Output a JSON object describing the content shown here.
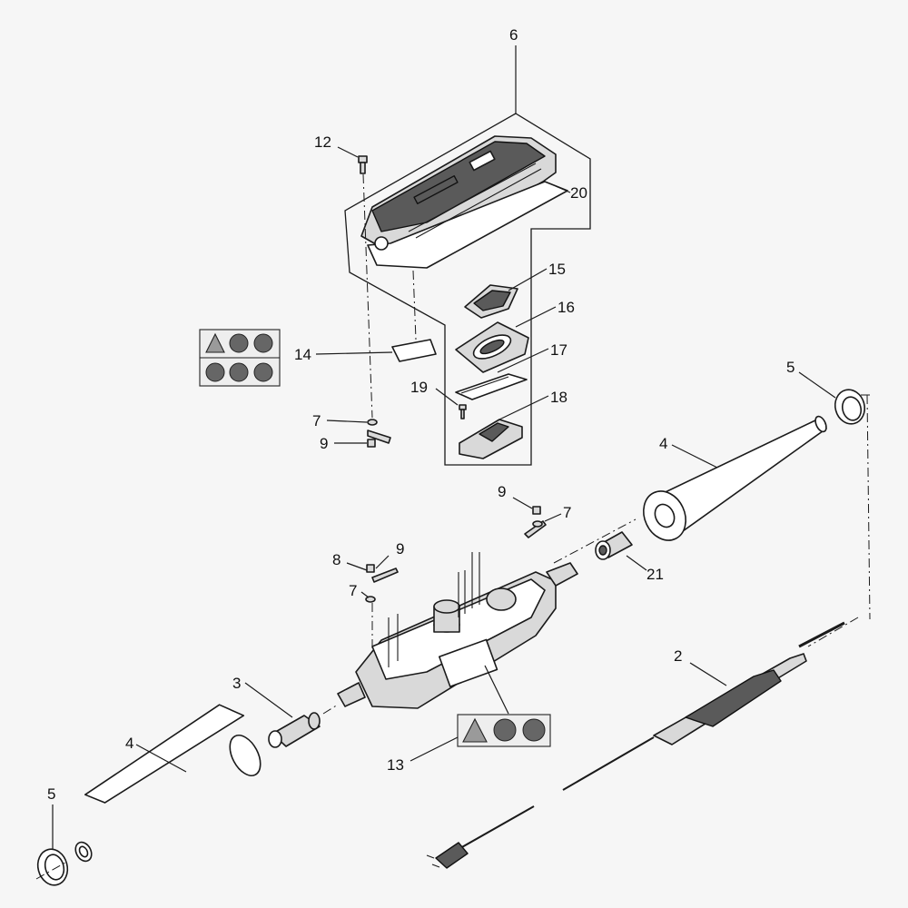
{
  "diagram": {
    "callouts": [
      {
        "id": "c6",
        "text": "6"
      },
      {
        "id": "c12",
        "text": "12"
      },
      {
        "id": "c20",
        "text": "20"
      },
      {
        "id": "c15",
        "text": "15"
      },
      {
        "id": "c16",
        "text": "16"
      },
      {
        "id": "c14",
        "text": "14"
      },
      {
        "id": "c17",
        "text": "17"
      },
      {
        "id": "c19",
        "text": "19"
      },
      {
        "id": "c18",
        "text": "18"
      },
      {
        "id": "c7a",
        "text": "7"
      },
      {
        "id": "c9a",
        "text": "9"
      },
      {
        "id": "c5a",
        "text": "5"
      },
      {
        "id": "c4a",
        "text": "4"
      },
      {
        "id": "c9b",
        "text": "9"
      },
      {
        "id": "c7b",
        "text": "7"
      },
      {
        "id": "c8",
        "text": "8"
      },
      {
        "id": "c9c",
        "text": "9"
      },
      {
        "id": "c7c",
        "text": "7"
      },
      {
        "id": "c21",
        "text": "21"
      },
      {
        "id": "c2",
        "text": "2"
      },
      {
        "id": "c3",
        "text": "3"
      },
      {
        "id": "c4b",
        "text": "4"
      },
      {
        "id": "c13",
        "text": "13"
      },
      {
        "id": "c5b",
        "text": "5"
      }
    ]
  }
}
